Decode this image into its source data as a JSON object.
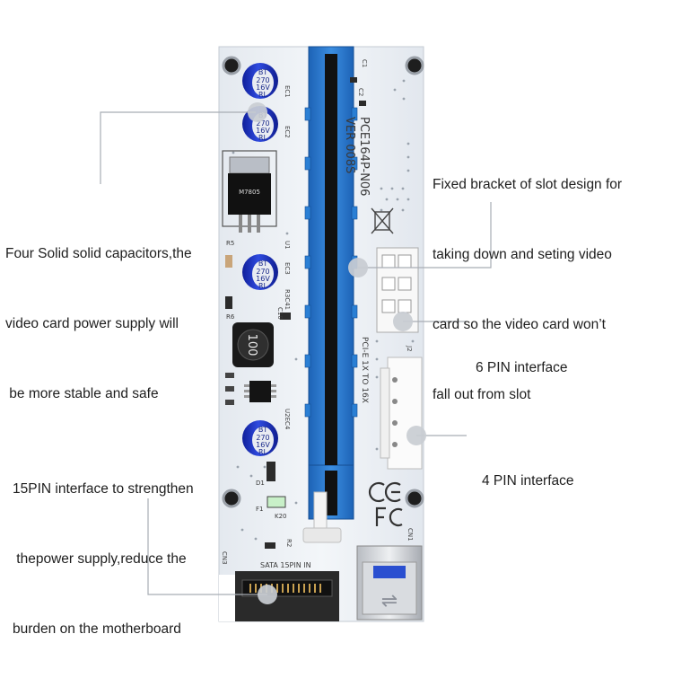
{
  "callouts": {
    "capacitors": [
      "Four Solid solid capacitors,the",
      "video card power supply will",
      " be more stable and safe"
    ],
    "bracket": [
      "Fixed bracket of slot design for",
      "taking down and seting video",
      "card so the video card won’t",
      "fall out from slot"
    ],
    "six_pin": "6 PIN interface",
    "four_pin": "4 PIN interface",
    "fifteen_pin": [
      "15PIN interface to strengthen",
      " thepower supply,reduce the",
      "burden on the motherboard"
    ]
  },
  "board": {
    "model": "PCE164P-N06",
    "version": "VER 008S",
    "slot_label": "PCI-E 1X TO 16X",
    "sata_label": "SATA 15PIN IN",
    "inductor_label": "100",
    "capacitor_marking": [
      "BT",
      "270",
      "16V",
      "RL"
    ],
    "labels": {
      "ec1": "EC1",
      "ec2": "EC2",
      "ec3": "EC3",
      "ec4": "U2EC4",
      "r5": "R5",
      "r6": "R6",
      "u1": "U1",
      "r3c41": "R3C41",
      "c10": "C10",
      "j2": "J2",
      "d1": "D1",
      "f1": "F1",
      "r2": "R2",
      "cn1": "CN1",
      "cn3": "CN3",
      "c1": "C1",
      "c2": "C2",
      "fuse": "K20",
      "regulator": "M7805"
    },
    "colors": {
      "pcb": "#eef2f6",
      "slot": "#2a7fd4",
      "slot_dark": "#1b5fa8",
      "capacitor": "#1f34c6",
      "marker": "#c9cdd3"
    }
  }
}
